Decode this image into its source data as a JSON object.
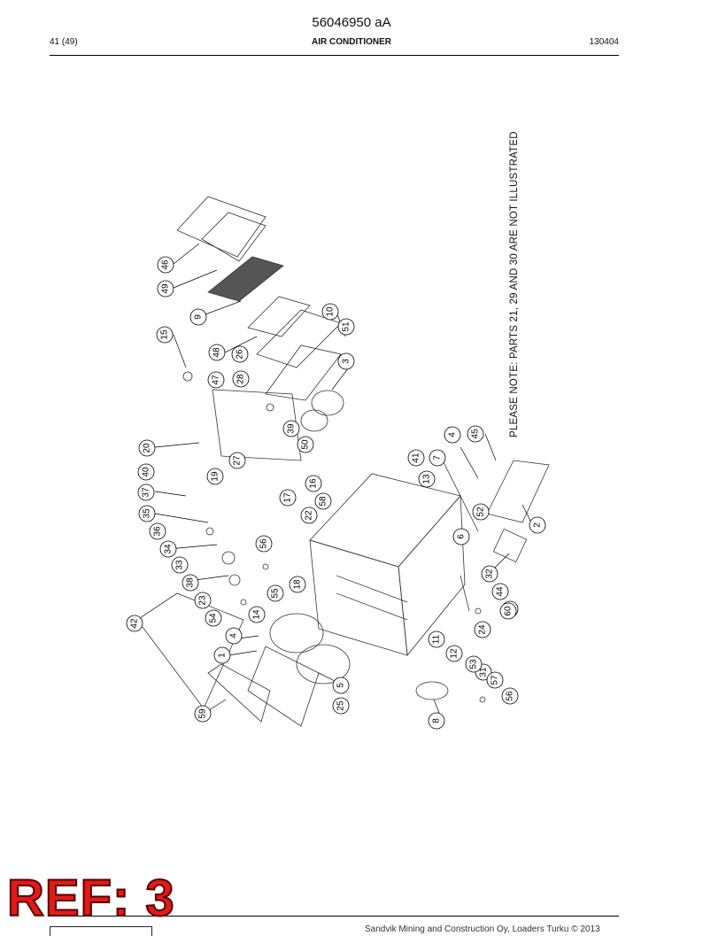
{
  "document": {
    "number": "56046950 aA",
    "page": "41 (49)",
    "title": "AIR CONDITIONER",
    "date_code": "130404"
  },
  "note": "PLEASE NOTE: PARTS 21, 29 AND 30 ARE NOT ILLUSTRATED",
  "stamp": "REF: 3",
  "footer": "Sandvik Mining and Construction Oy, Loaders Turku © 2013",
  "callouts": [
    "46",
    "49",
    "9",
    "15",
    "48",
    "26",
    "10",
    "51",
    "3",
    "47",
    "28",
    "39",
    "50",
    "20",
    "27",
    "40",
    "19",
    "16",
    "37",
    "17",
    "58",
    "22",
    "35",
    "36",
    "34",
    "56",
    "33",
    "38",
    "23",
    "55",
    "18",
    "54",
    "42",
    "14",
    "4",
    "1",
    "5",
    "25",
    "59",
    "41",
    "13",
    "4",
    "7",
    "45",
    "52",
    "6",
    "2",
    "32",
    "44",
    "43",
    "60",
    "24",
    "11",
    "12",
    "31",
    "53",
    "57",
    "8",
    "56"
  ]
}
